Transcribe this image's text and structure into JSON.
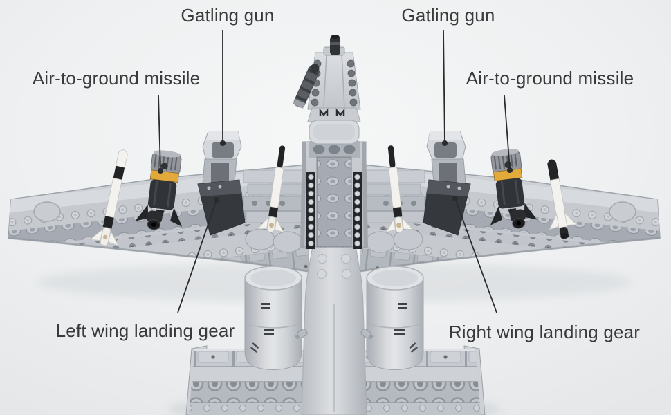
{
  "figure": {
    "subject": "Brick-built twin-engine ground-attack aircraft model, top view with nose up, parts annotated",
    "labels": {
      "gatling_gun_left": "Gatling gun",
      "gatling_gun_right": "Gatling gun",
      "missile_left": "Air-to-ground missile",
      "missile_right": "Air-to-ground missile",
      "landing_gear_left": "Left wing landing gear",
      "landing_gear_right": "Right wing landing gear"
    },
    "colors": {
      "background": "#eef0f1",
      "label_text": "#3a3a3c",
      "leader_line": "#2b2b2d",
      "brick_light_gray": "#c9cdd2",
      "brick_dark_gray": "#3b3e43",
      "missile_white": "#f3f2ef",
      "missile_black": "#212325",
      "warhead_band_yellow": "#e2a93b"
    }
  }
}
